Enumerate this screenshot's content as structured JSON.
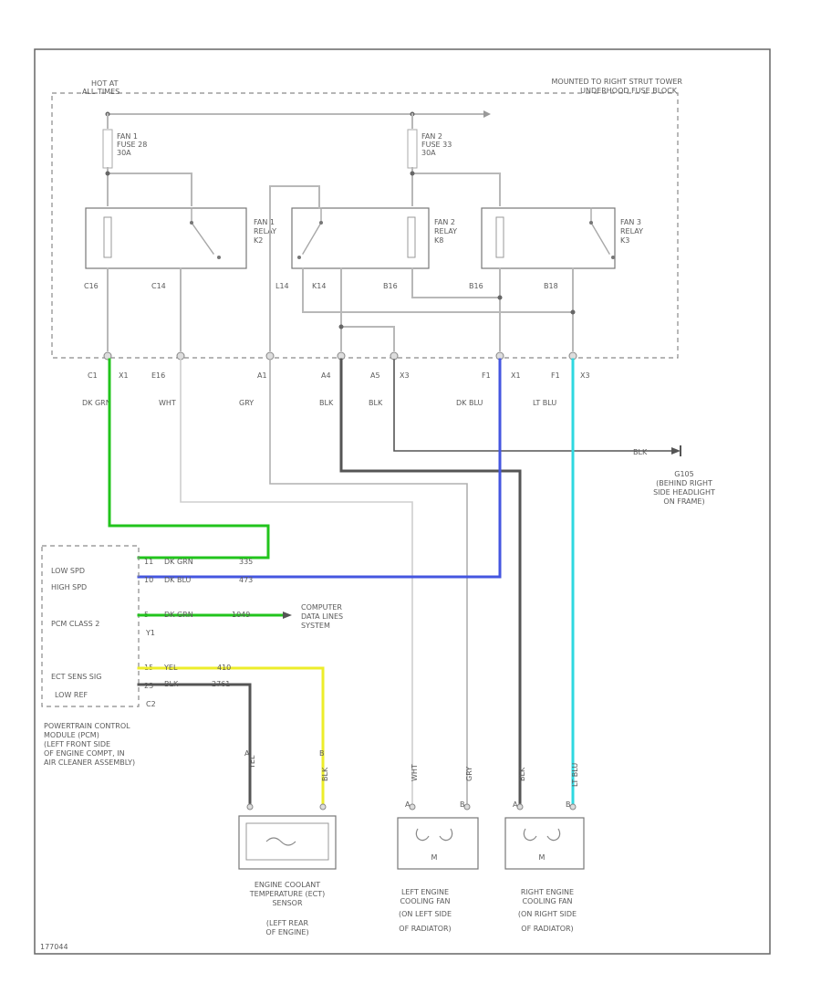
{
  "header": {
    "hot_line1": "HOT AT",
    "hot_line2": "ALL TIMES",
    "mount_line1": "MOUNTED TO RIGHT STRUT TOWER",
    "mount_line2": "UNDERHOOD FUSE BLOCK"
  },
  "fuses": {
    "fan1": [
      "FAN 1",
      "FUSE 28",
      "30A"
    ],
    "fan2": [
      "FAN 2",
      "FUSE 33",
      "30A"
    ]
  },
  "relays": {
    "fan1": [
      "FAN 1",
      "RELAY",
      "K2"
    ],
    "fan2": [
      "FAN 2",
      "RELAY",
      "K8"
    ],
    "fan3": [
      "FAN 3",
      "RELAY",
      "K3"
    ]
  },
  "internal_pins": {
    "c16": "C16",
    "c14": "C14",
    "l14": "L14",
    "k14": "K14",
    "b16a": "B16",
    "b16b": "B16",
    "b18": "B18"
  },
  "connectors": {
    "c1": [
      "C1",
      "X1"
    ],
    "e16": [
      "E16"
    ],
    "a1": [
      "A1"
    ],
    "a4": [
      "A4"
    ],
    "a5": [
      "A5",
      "X3"
    ],
    "f1a": [
      "F1",
      "X1"
    ],
    "f1b": [
      "F1",
      "X3"
    ]
  },
  "wire_colors": {
    "dk_grn": "DK GRN",
    "wht": "WHT",
    "gry": "GRY",
    "blk1": "BLK",
    "blk2": "BLK",
    "dk_blu": "DK BLU",
    "lt_blu": "LT BLU"
  },
  "ground": {
    "wire": "BLK",
    "label": [
      "G105",
      "(BEHIND RIGHT",
      "SIDE HEADLIGHT",
      "ON FRAME)"
    ]
  },
  "pcm": {
    "terminals": [
      "LOW SPD",
      "HIGH SPD",
      "PCM CLASS 2",
      "ECT SENS SIG",
      "LOW REF"
    ],
    "pins": [
      "11",
      "10",
      "5",
      "15",
      "23"
    ],
    "conn_pins": [
      "Y1",
      "C2"
    ],
    "wire_labels": [
      "DK GRN",
      "DK BLU",
      "DK GRN",
      "YEL",
      "BLK"
    ],
    "circuit_nums": [
      "335",
      "473",
      "1049",
      "410",
      "2761"
    ],
    "label": [
      "POWERTRAIN CONTROL",
      "MODULE (PCM)",
      "(LEFT FRONT SIDE",
      "OF ENGINE COMPT, IN",
      "AIR CLEANER ASSEMBLY)"
    ]
  },
  "data_link": [
    "COMPUTER",
    "DATA LINES",
    "SYSTEM"
  ],
  "ect": {
    "pins": [
      "A",
      "B"
    ],
    "wires": [
      "YEL",
      "BLK"
    ],
    "label": [
      "ENGINE COOLANT",
      "TEMPERATURE (ECT)",
      "SENSOR",
      "(LEFT REAR",
      "OF ENGINE)"
    ]
  },
  "left_fan": {
    "pins": [
      "A",
      "B"
    ],
    "wires": [
      "WHT",
      "GRY"
    ],
    "motor": "M",
    "label": [
      "LEFT ENGINE",
      "COOLING FAN",
      "(ON LEFT SIDE",
      "OF RADIATOR)"
    ]
  },
  "right_fan": {
    "pins": [
      "A",
      "B"
    ],
    "wires": [
      "BLK",
      "LT BLU"
    ],
    "motor": "M",
    "label": [
      "RIGHT ENGINE",
      "COOLING FAN",
      "(ON RIGHT SIDE",
      "OF RADIATOR)"
    ]
  },
  "footer_code": "177044",
  "colors": {
    "dk_grn": "#22c41c",
    "dk_blu": "#4456e0",
    "lt_blu": "#2fd8e0",
    "yel": "#eded2a",
    "blk": "#555555",
    "wire_gray": "#b8b8b8"
  }
}
